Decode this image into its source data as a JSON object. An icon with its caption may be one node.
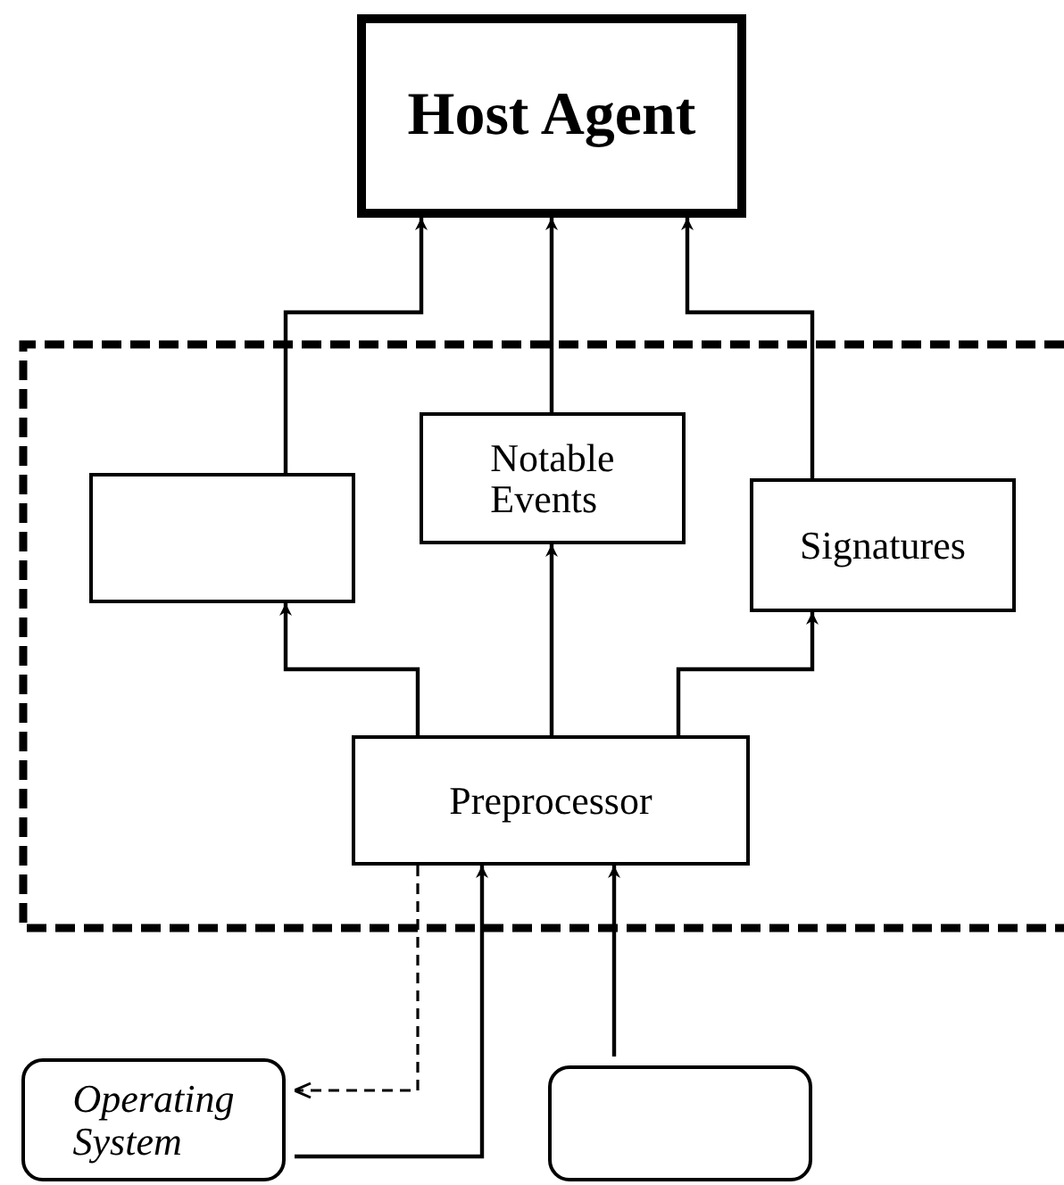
{
  "diagram": {
    "nodes": [
      {
        "text": [
          "Host Agent"
        ]
      },
      {
        "text": [],
        "shape": "box"
      },
      {
        "text": [
          "Notable Events"
        ]
      },
      {
        "text": [
          "Signatures"
        ]
      },
      {
        "text": [
          "Preprocessor"
        ]
      },
      {
        "text": [
          "Operating System"
        ]
      },
      {
        "text": [],
        "shape": "box"
      }
    ],
    "edges": [
      {
        "from": 1,
        "to": 0,
        "arrow": "to"
      },
      {
        "from": 2,
        "to": 0,
        "arrow": "to"
      },
      {
        "from": 3,
        "to": 0,
        "arrow": "to"
      },
      {
        "from": 4,
        "to": 1,
        "arrow": "to"
      },
      {
        "from": 4,
        "to": 2,
        "arrow": "to"
      },
      {
        "from": 4,
        "to": 3,
        "arrow": "to"
      },
      {
        "from": 4,
        "to": 5,
        "arrow": "to",
        "style": "dashed"
      },
      {
        "from": 5,
        "to": 4,
        "arrow": "to"
      },
      {
        "from": 6,
        "to": 4,
        "arrow": "to"
      }
    ]
  }
}
